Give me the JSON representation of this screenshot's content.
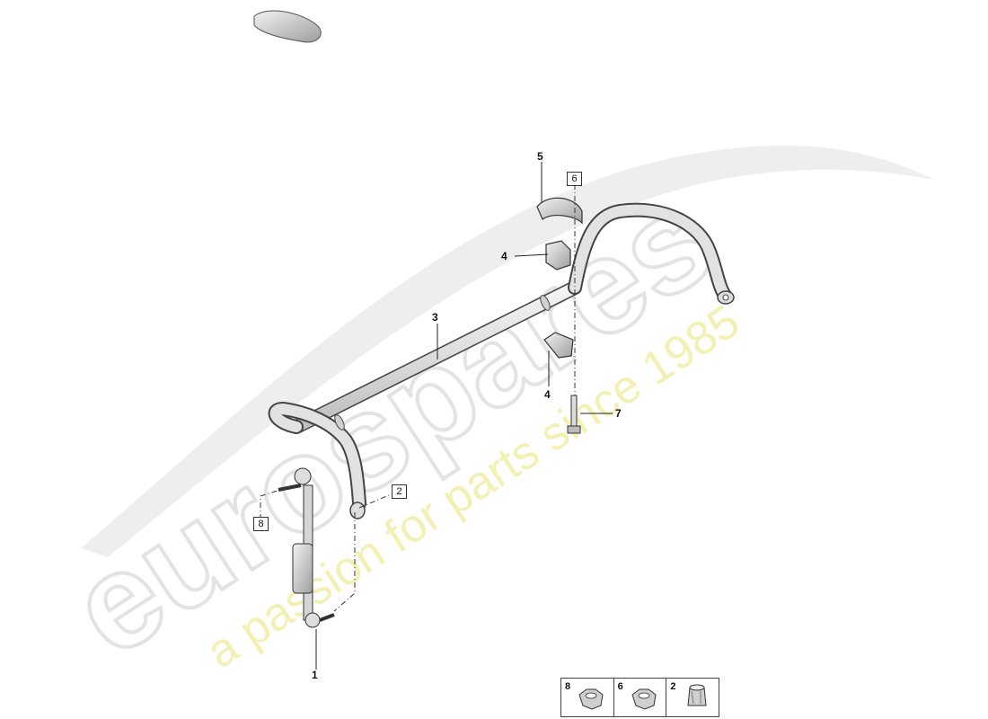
{
  "callouts": {
    "c1": "1",
    "c3": "3",
    "c4a": "4",
    "c4b": "4",
    "c5": "5",
    "c7": "7"
  },
  "boxed_refs": {
    "b6": "6",
    "b2": "2",
    "b8": "8"
  },
  "legend": [
    {
      "number": "8",
      "icon": "nut-icon"
    },
    {
      "number": "6",
      "icon": "nut-icon"
    },
    {
      "number": "2",
      "icon": "sleeve-nut-icon"
    }
  ],
  "watermark": {
    "brand": "eurospares",
    "tagline": "a passion for parts since 1985"
  },
  "colors": {
    "line": "#222222",
    "part_fill": "#e8e8e8",
    "watermark_grey": "#e6e6e6",
    "watermark_yellow": "#f3f0b4"
  }
}
